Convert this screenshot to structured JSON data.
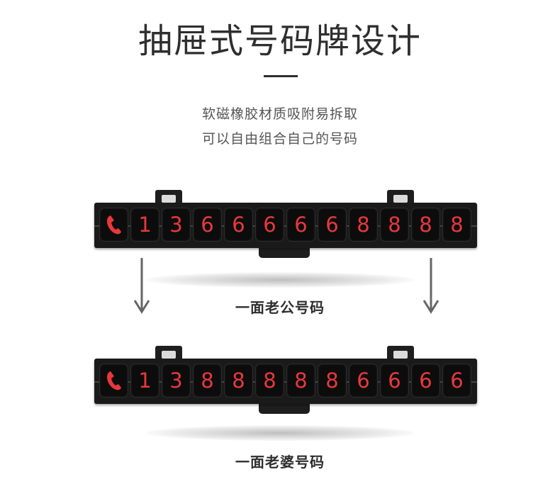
{
  "header": {
    "title": "抽屉式号码牌设计",
    "line1": "软磁橡胶材质吸附易拆取",
    "line2": "可以自由组合自己的号码"
  },
  "plates": [
    {
      "icon": "phone-icon",
      "digits": [
        "1",
        "3",
        "6",
        "6",
        "6",
        "6",
        "6",
        "8",
        "8",
        "8",
        "8"
      ],
      "caption": "一面老公号码"
    },
    {
      "icon": "phone-icon",
      "digits": [
        "1",
        "3",
        "8",
        "8",
        "8",
        "8",
        "8",
        "6",
        "6",
        "6",
        "6"
      ],
      "caption": "一面老婆号码"
    }
  ],
  "colors": {
    "digit": "#e8383b",
    "plate": "#1a1a1a",
    "text": "#2e2e2e"
  }
}
